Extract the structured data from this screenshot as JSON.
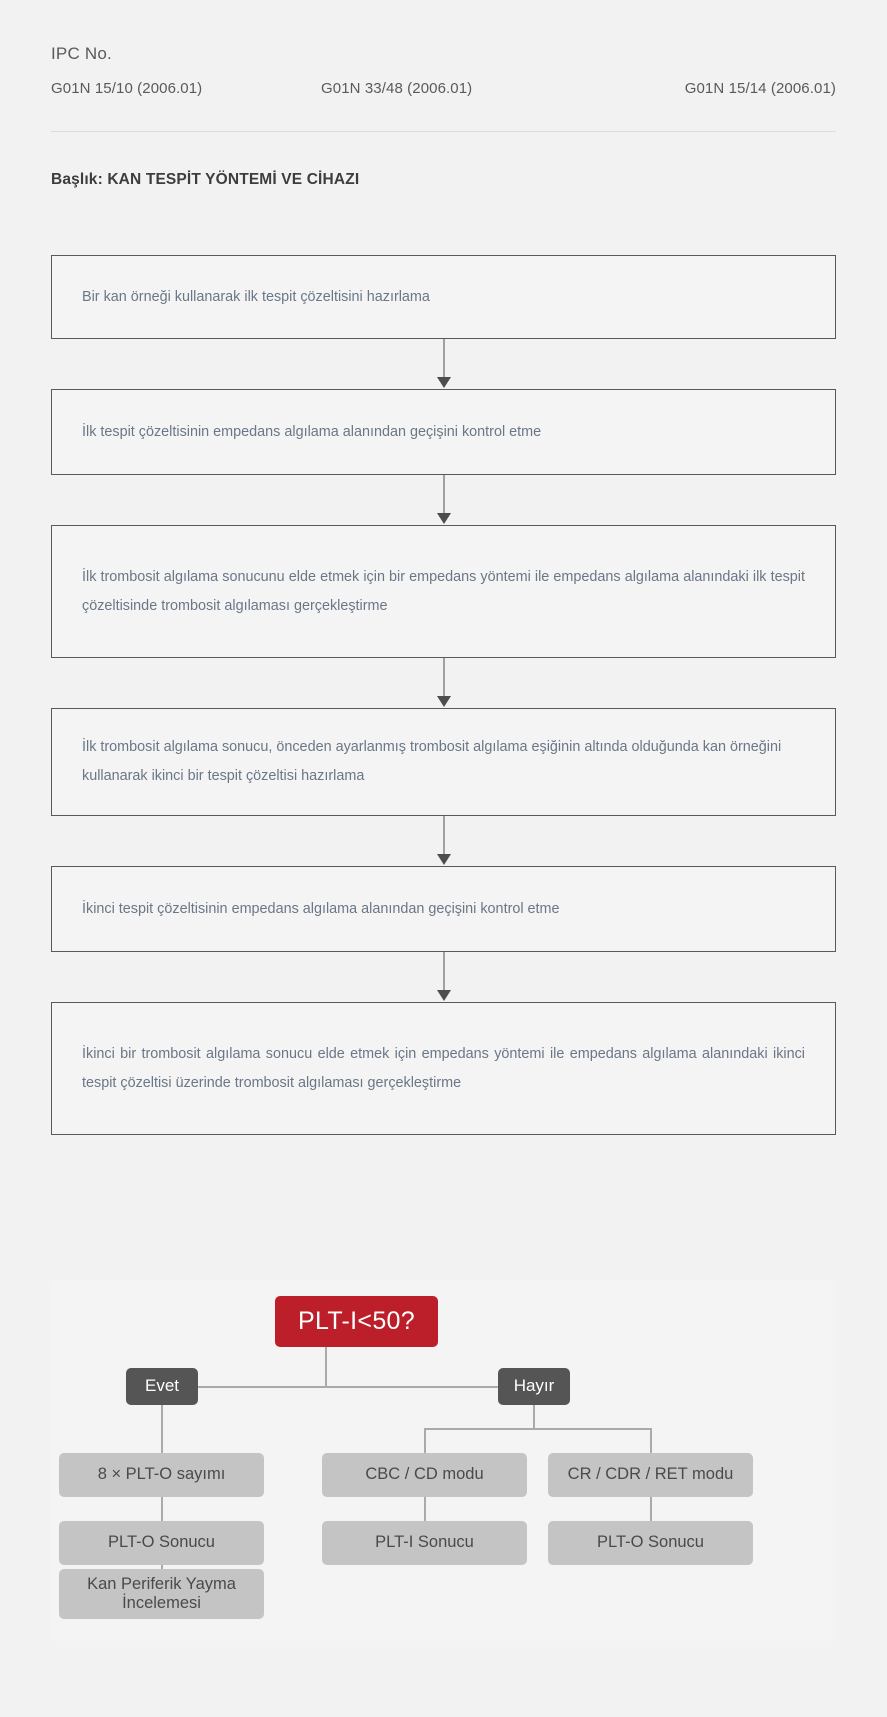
{
  "header": {
    "ipc_label": "IPC No.",
    "codes": [
      "G01N 15/10 (2006.01)",
      "G01N 33/48 (2006.01)",
      "G01N 15/14 (2006.01)"
    ]
  },
  "title": "Başlık: KAN TESPİT YÖNTEMİ VE CİHAZI",
  "flow": {
    "steps": [
      "Bir kan örneği kullanarak ilk tespit çözeltisini hazırlama",
      "İlk tespit çözeltisinin empedans algılama alanından geçişini kontrol etme",
      "İlk trombosit algılama sonucunu elde etmek için bir empedans yöntemi ile empedans algılama alanındaki ilk tespit çözeltisinde trombosit algılaması gerçekleştirme",
      "İlk trombosit algılama sonucu, önceden ayarlanmış trombosit algılama eşiğinin altında olduğunda kan örneğini kullanarak ikinci bir tespit çözeltisi hazırlama",
      "İkinci tespit çözeltisinin empedans algılama alanından geçişini kontrol etme",
      "İkinci bir trombosit algılama sonucu elde etmek için empedans yöntemi ile empedans algılama alanındaki ikinci tespit çözeltisi üzerinde trombosit algılaması gerçekleştirme"
    ]
  },
  "tree": {
    "decision": "PLT-I<50?",
    "branch_yes": "Evet",
    "branch_no": "Hayır",
    "yes_path": [
      "8 × PLT-O sayımı",
      "PLT-O Sonucu",
      "Kan Periferik Yayma İncelemesi"
    ],
    "no_path_left": [
      "CBC / CD modu",
      "PLT-I Sonucu"
    ],
    "no_path_right": [
      "CR / CDR / RET modu",
      "PLT-O Sonucu"
    ]
  },
  "colors": {
    "page_background": "#f2f2f2",
    "decision_red": "#bc1f29",
    "branch_gray": "#555555",
    "result_gray": "#c4c4c4",
    "flow_text_blue_gray": "#6a7787",
    "flow_border": "#595959"
  }
}
